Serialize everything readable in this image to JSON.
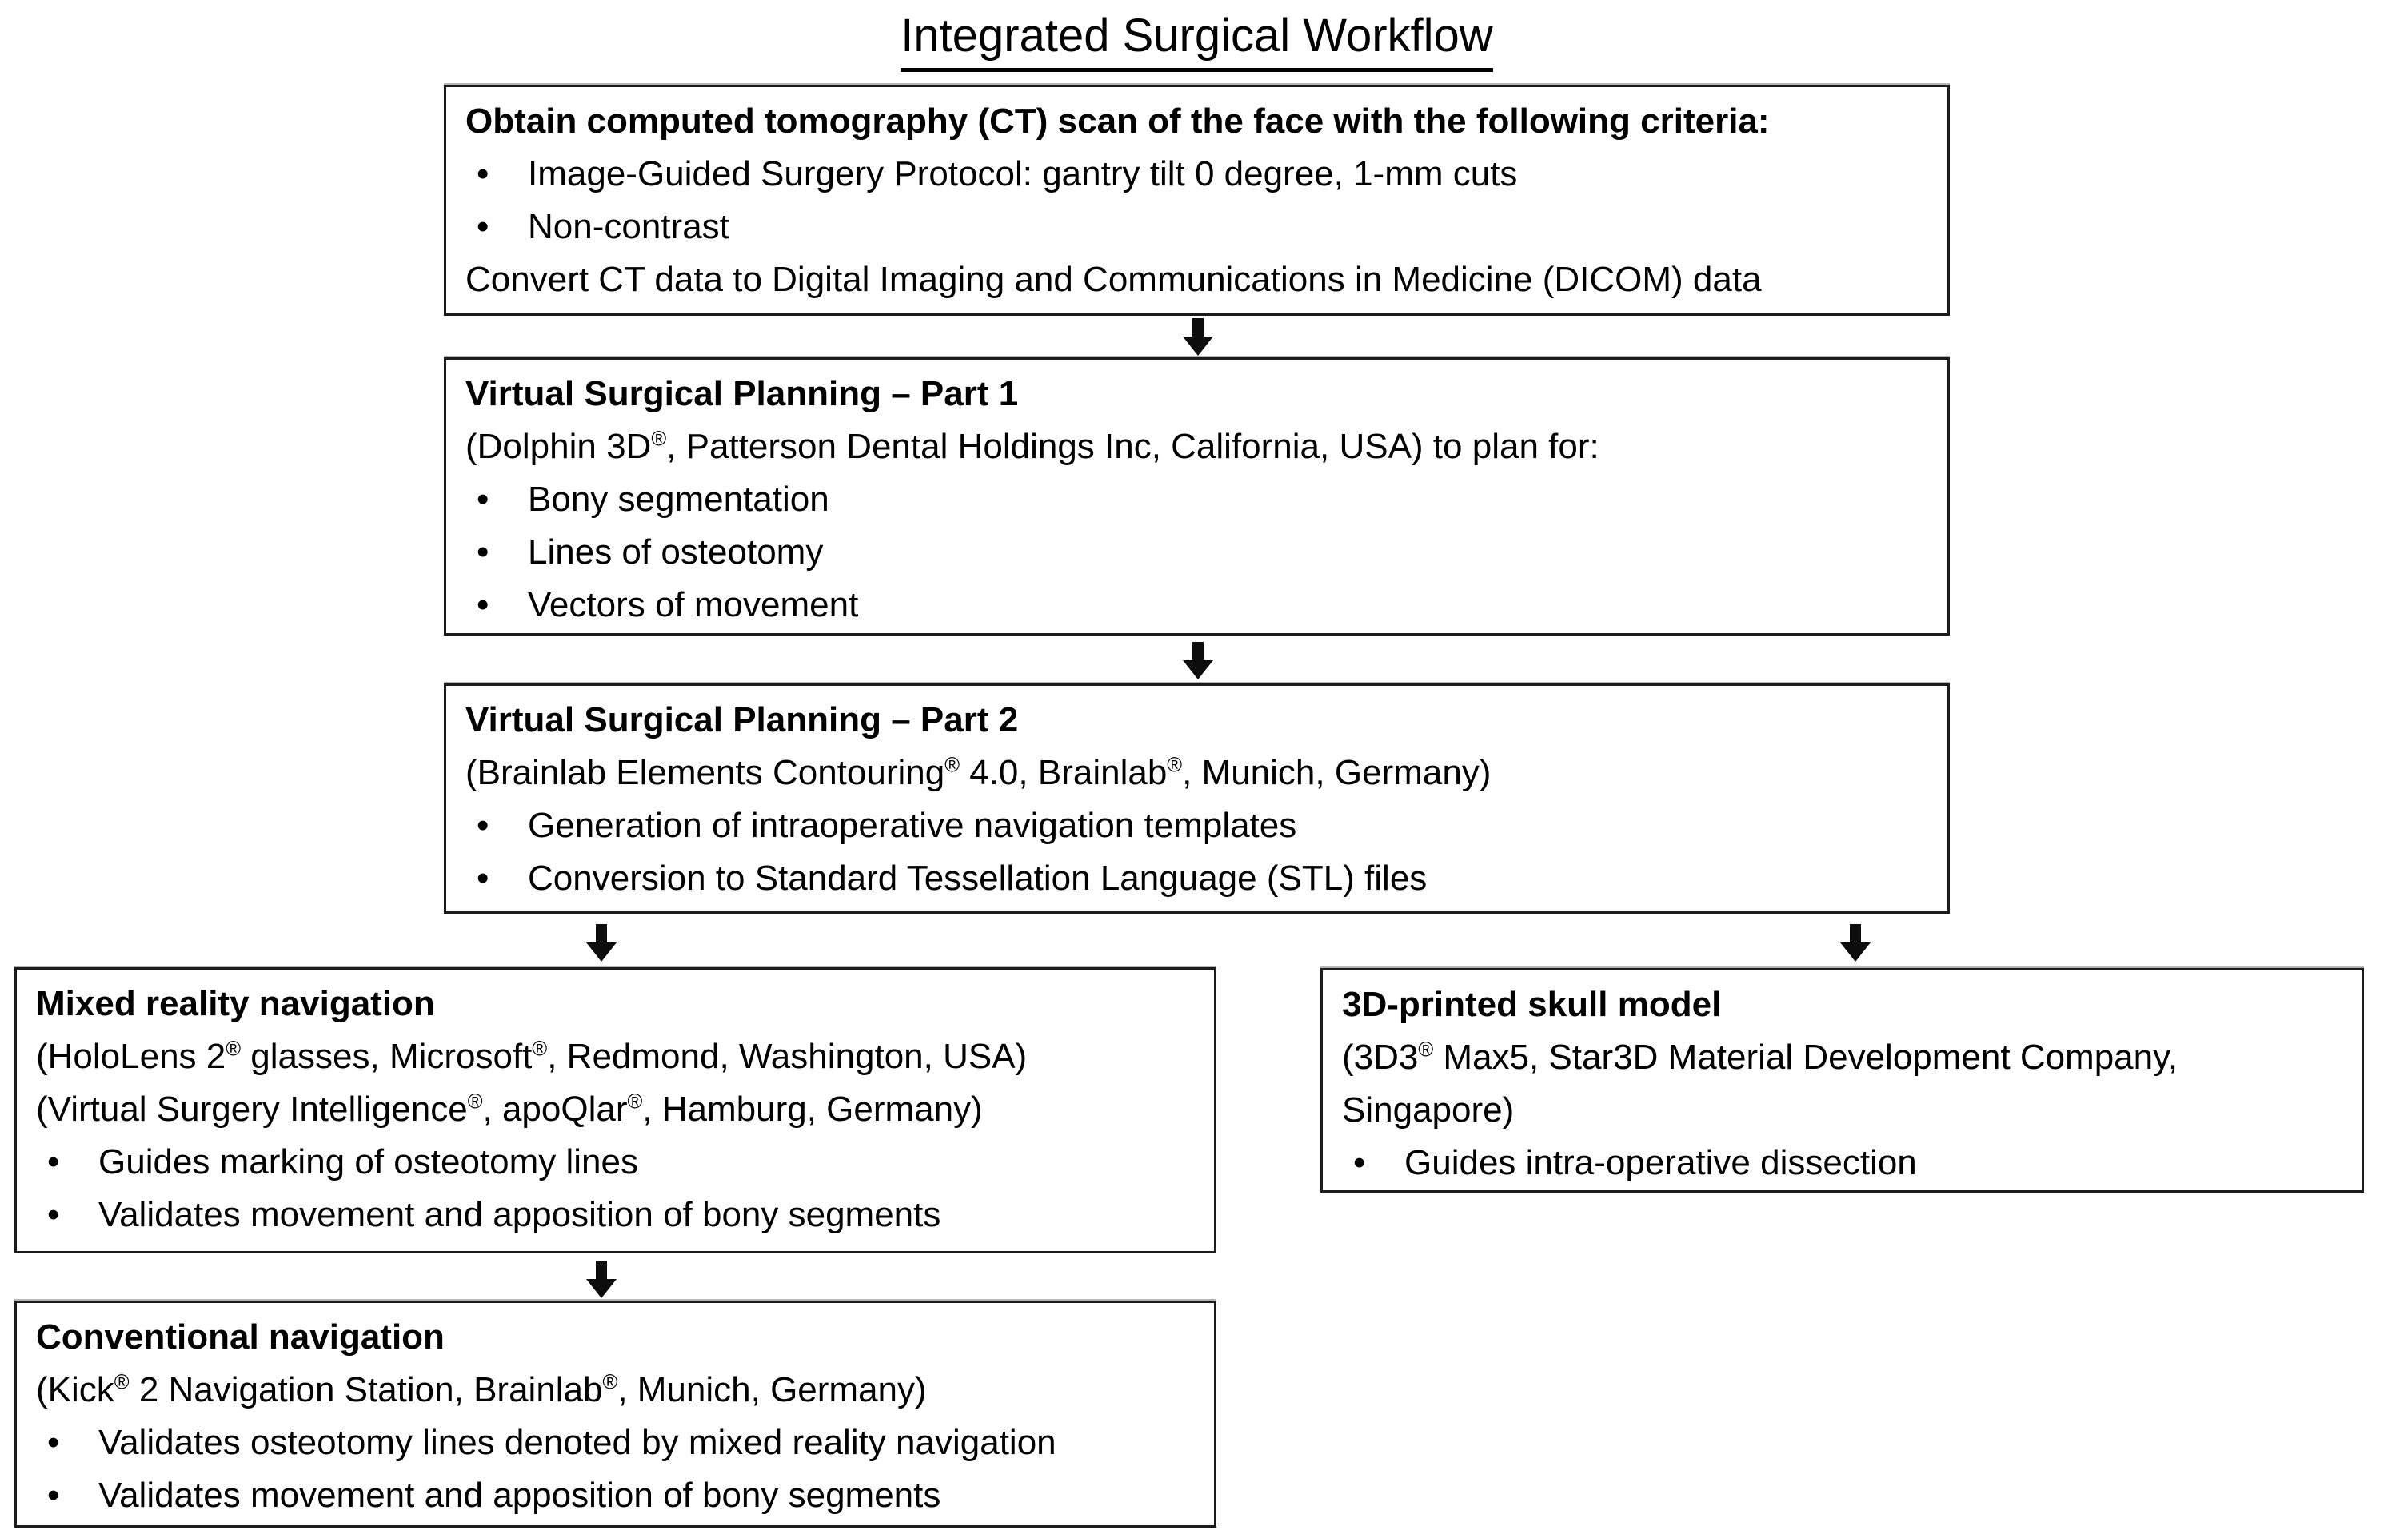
{
  "title": "Integrated Surgical Workflow",
  "colors": {
    "text": "#000000",
    "border": "#1c1c1c",
    "background": "#ffffff",
    "arrow": "#0d0d0d"
  },
  "boxes": {
    "ct_scan": {
      "header": "Obtain computed tomography (CT) scan of the face with the following criteria:",
      "bullets": [
        "Image-Guided Surgery Protocol: gantry tilt 0 degree, 1-mm cuts",
        "Non-contrast"
      ],
      "footer": "Convert CT data to Digital Imaging and Communications in Medicine (DICOM) data"
    },
    "vsp1": {
      "header": "Virtual Surgical Planning – Part 1",
      "subheader": "(Dolphin 3D®, Patterson Dental Holdings Inc, California, USA) to plan for:",
      "bullets": [
        "Bony segmentation",
        "Lines of osteotomy",
        "Vectors of movement"
      ]
    },
    "vsp2": {
      "header": "Virtual Surgical Planning – Part 2",
      "subheader": "(Brainlab Elements Contouring® 4.0, Brainlab®, Munich, Germany)",
      "bullets": [
        "Generation of intraoperative navigation templates",
        "Conversion to Standard Tessellation Language (STL) files"
      ]
    },
    "mixed_reality": {
      "header": "Mixed reality navigation",
      "subheader1": "(HoloLens 2® glasses, Microsoft®, Redmond, Washington, USA)",
      "subheader2": "(Virtual Surgery Intelligence®, apoQlar®, Hamburg, Germany)",
      "bullets": [
        "Guides marking of osteotomy lines",
        "Validates movement and apposition of bony segments"
      ]
    },
    "skull_model": {
      "header": "3D-printed skull model",
      "subheader": "(3D3® Max5, Star3D Material Development Company, Singapore)",
      "bullets": [
        "Guides intra-operative dissection"
      ]
    },
    "conventional": {
      "header": "Conventional navigation",
      "subheader": "(Kick® 2 Navigation Station, Brainlab®, Munich, Germany)",
      "bullets": [
        "Validates osteotomy lines denoted by mixed reality navigation",
        "Validates movement and apposition of bony segments"
      ]
    }
  },
  "bullet_glyph": "•"
}
